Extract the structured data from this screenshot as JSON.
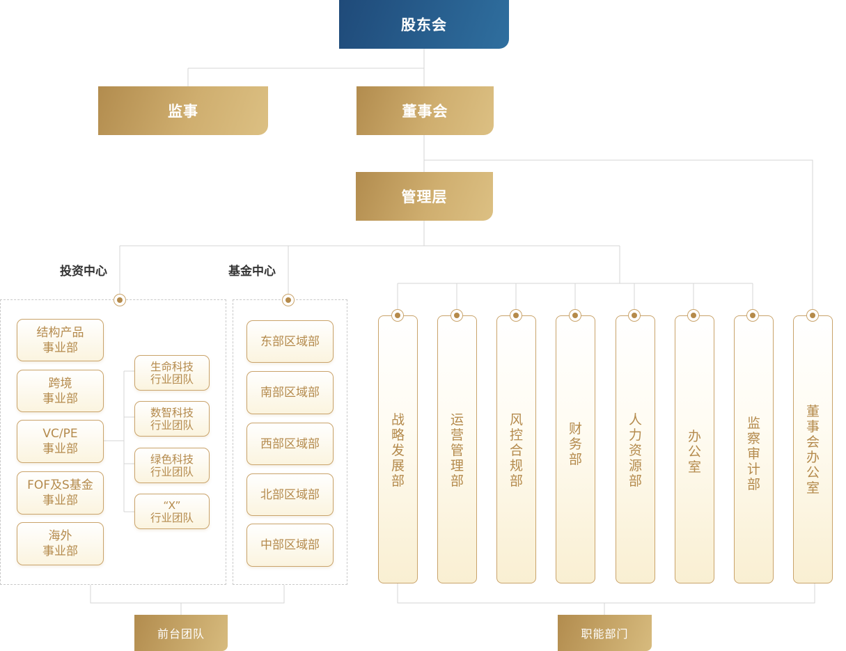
{
  "top": {
    "shareholders": "股东会",
    "supervisor": "监事",
    "board": "董事会",
    "management": "管理层"
  },
  "centers": {
    "investment": "投资中心",
    "fund": "基金中心"
  },
  "investment_units": [
    "结构产品\n事业部",
    "跨境\n事业部",
    "VC/PE\n事业部",
    "FOF及S基金\n事业部",
    "海外\n事业部"
  ],
  "industry_teams": [
    "生命科技\n行业团队",
    "数智科技\n行业团队",
    "绿色科技\n行业团队",
    "“X”\n行业团队"
  ],
  "fund_regions": [
    "东部区域部",
    "南部区域部",
    "西部区域部",
    "北部区域部",
    "中部区域部"
  ],
  "functional_depts": [
    "战\n略\n发\n展\n部",
    "运\n营\n管\n理\n部",
    "风\n控\n合\n规\n部",
    "财\n务\n部",
    "人\n力\n资\n源\n部",
    "办\n公\n室",
    "监\n察\n审\n计\n部",
    "董\n事\n会\n办\n公\n室"
  ],
  "bottom": {
    "front_team": "前台团队",
    "functional": "职能部门"
  },
  "colors": {
    "blue": "#2a5f8f",
    "gold": "#c8a565",
    "line": "#d4d4d4",
    "text_gold": "#b48a4c"
  }
}
